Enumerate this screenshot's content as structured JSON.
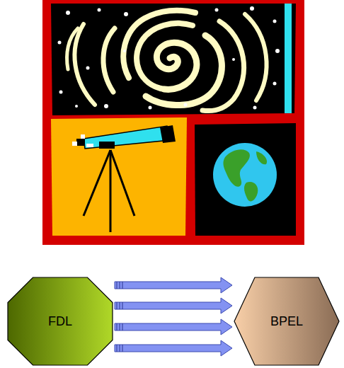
{
  "diagram": {
    "nodes": [
      {
        "text": [
          "FDL"
        ]
      },
      {
        "text": [
          "BPEL"
        ]
      }
    ],
    "edges": [
      {
        "from": 0,
        "to": 1,
        "arrow": "to"
      },
      {
        "from": 0,
        "to": 1,
        "arrow": "to"
      },
      {
        "from": 0,
        "to": 1,
        "arrow": "to"
      },
      {
        "from": 0,
        "to": 1,
        "arrow": "to"
      }
    ]
  }
}
